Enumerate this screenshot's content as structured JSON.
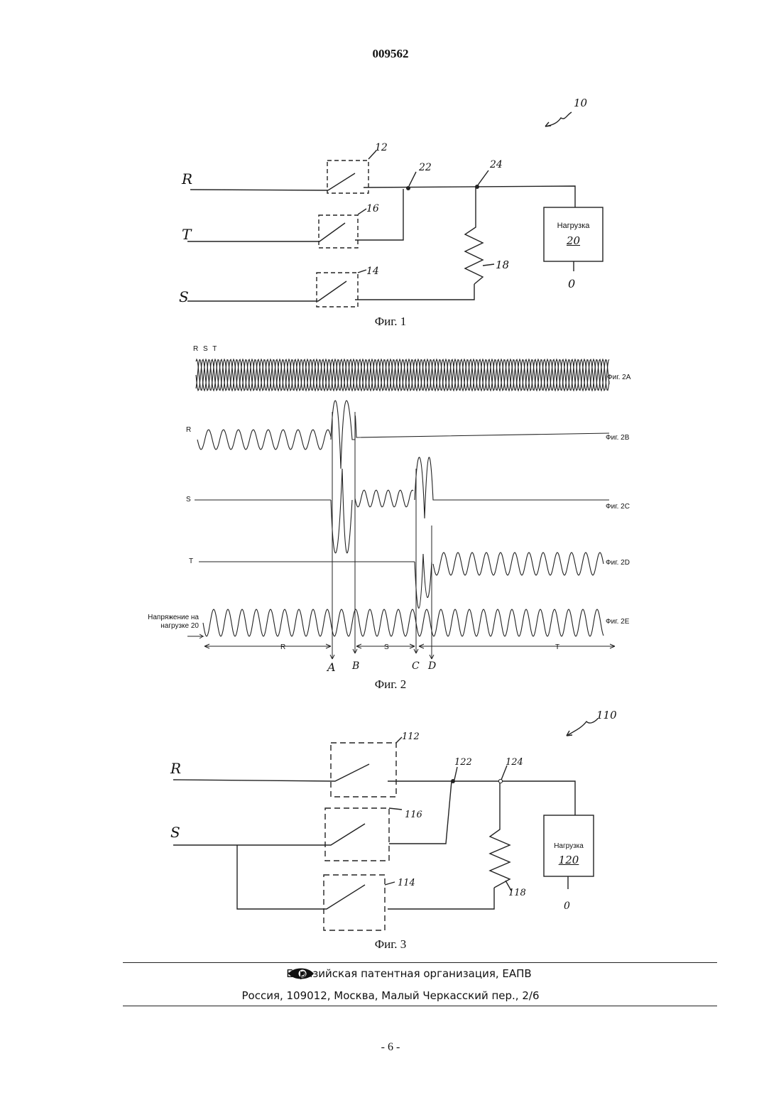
{
  "header": {
    "doc_number": "009562"
  },
  "fig1": {
    "caption": "Фиг. 1",
    "ref_main": "10",
    "phase_r": "R",
    "phase_t": "T",
    "phase_s": "S",
    "switch_r": "12",
    "switch_t": "16",
    "switch_s": "14",
    "node_a": "22",
    "node_b": "24",
    "resistor": "18",
    "load_label": "Нагрузка",
    "load_num": "20",
    "ground": "0"
  },
  "fig2": {
    "caption": "Фиг. 2",
    "top_labels": "R S T",
    "label_r": "R",
    "label_s": "S",
    "label_t": "T",
    "sub_a": "Фиг. 2A",
    "sub_b": "Фиг. 2B",
    "sub_c": "Фиг. 2C",
    "sub_d": "Фиг. 2D",
    "sub_e": "Фиг. 2E",
    "load_voltage_line1": "Напряжение на",
    "load_voltage_line2": "нагрузке 20",
    "span_r": "R",
    "span_s": "S",
    "span_t": "T",
    "point_a": "A",
    "point_b": "B",
    "point_c": "C",
    "point_d": "D"
  },
  "fig3": {
    "caption": "Фиг. 3",
    "ref_main": "110",
    "phase_r": "R",
    "phase_s": "S",
    "switch_r": "112",
    "switch_t": "116",
    "switch_s": "114",
    "node_a": "122",
    "node_b": "124",
    "resistor": "118",
    "load_label": "Нагрузка",
    "load_num": "120",
    "ground": "0"
  },
  "footer": {
    "org": "Евразийская патентная организация, ЕАПВ",
    "address": "Россия, 109012, Москва, Малый Черкасский пер., 2/6",
    "logo_icon": "eye-logo-icon"
  },
  "page_number": "- 6 -"
}
